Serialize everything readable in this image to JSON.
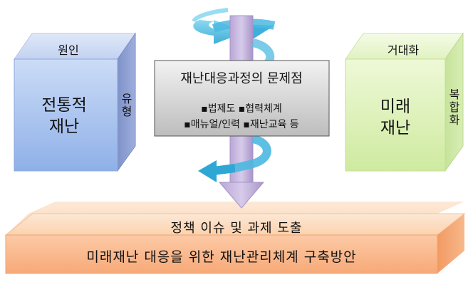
{
  "left_box": {
    "top_label": "원인",
    "main_label_line1": "전통적",
    "main_label_line2": "재난",
    "side_label": "유형"
  },
  "right_box": {
    "top_label": "거대화",
    "main_label_line1": "미래",
    "main_label_line2": "재난",
    "side_label": "복합화"
  },
  "center_box": {
    "title": "재난대응과정의 문제점",
    "line1": "▪법제도 ▪협력체계",
    "line2": "▪매뉴얼/인력 ▪재난교육 등"
  },
  "bottom_box": {
    "top_label": "정책 이슈 및 과제 도출",
    "front_label": "미래재난 대응을 위한 재난관리체계 구축방안"
  },
  "colors": {
    "blue_front": "#a9c3ec",
    "green_front": "#e3f3c3",
    "orange_front": "#fac59f",
    "purple_arrow": "#c2b1d9",
    "cyan_spiral": "#55bfe0"
  }
}
